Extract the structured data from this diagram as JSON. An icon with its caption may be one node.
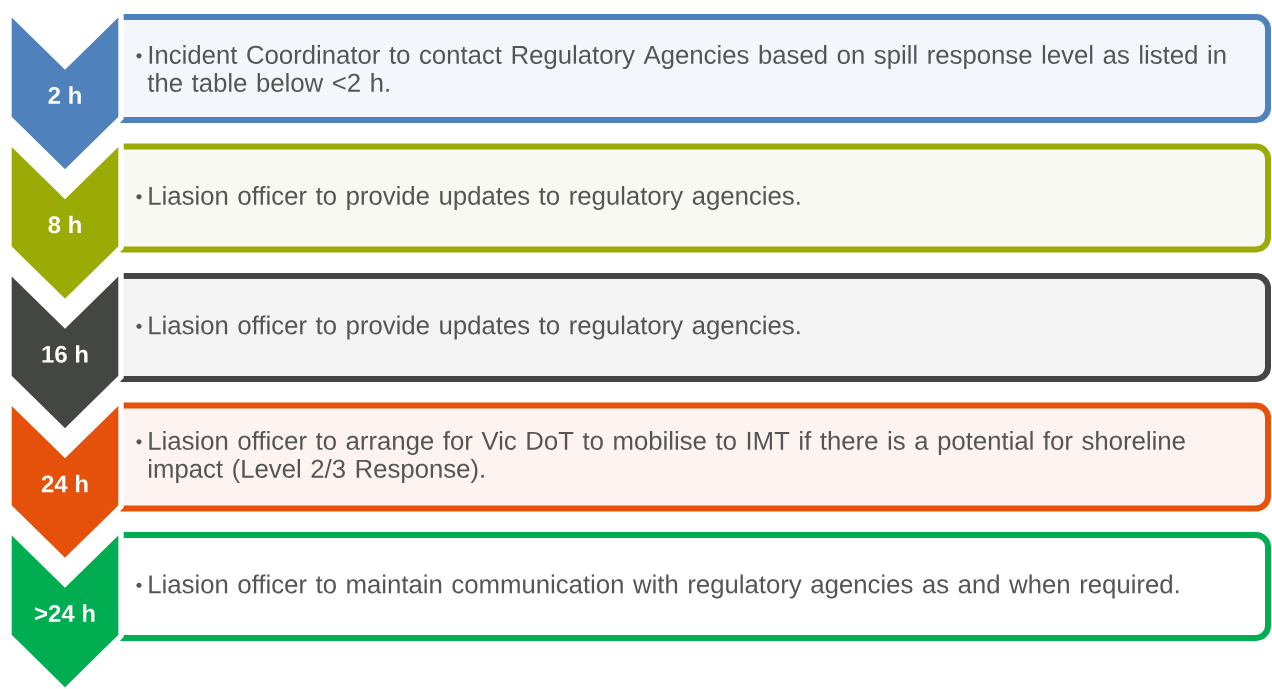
{
  "diagram": {
    "nodes": [
      {
        "text": [
          "2 h"
        ]
      },
      {
        "text": [
          "Incident Coordinator to contact Regulatory Agencies based on spill response level as listed in the table below <2 h."
        ]
      },
      {
        "text": [
          "8 h"
        ]
      },
      {
        "text": [
          "Liasion officer to provide updates to regulatory agencies."
        ]
      },
      {
        "text": [
          "16 h"
        ]
      },
      {
        "text": [
          "Liasion officer to provide updates to regulatory agencies."
        ]
      },
      {
        "text": [
          "24 h"
        ]
      },
      {
        "text": [
          "Liasion officer to arrange for Vic DoT to mobilise to IMT if there is a potential for shoreline impact (Level 2/3 Response)."
        ]
      },
      {
        "text": [
          ">24 h"
        ]
      },
      {
        "text": [
          "Liasion officer to maintain communication with regulatory agencies as and when required."
        ]
      }
    ]
  }
}
